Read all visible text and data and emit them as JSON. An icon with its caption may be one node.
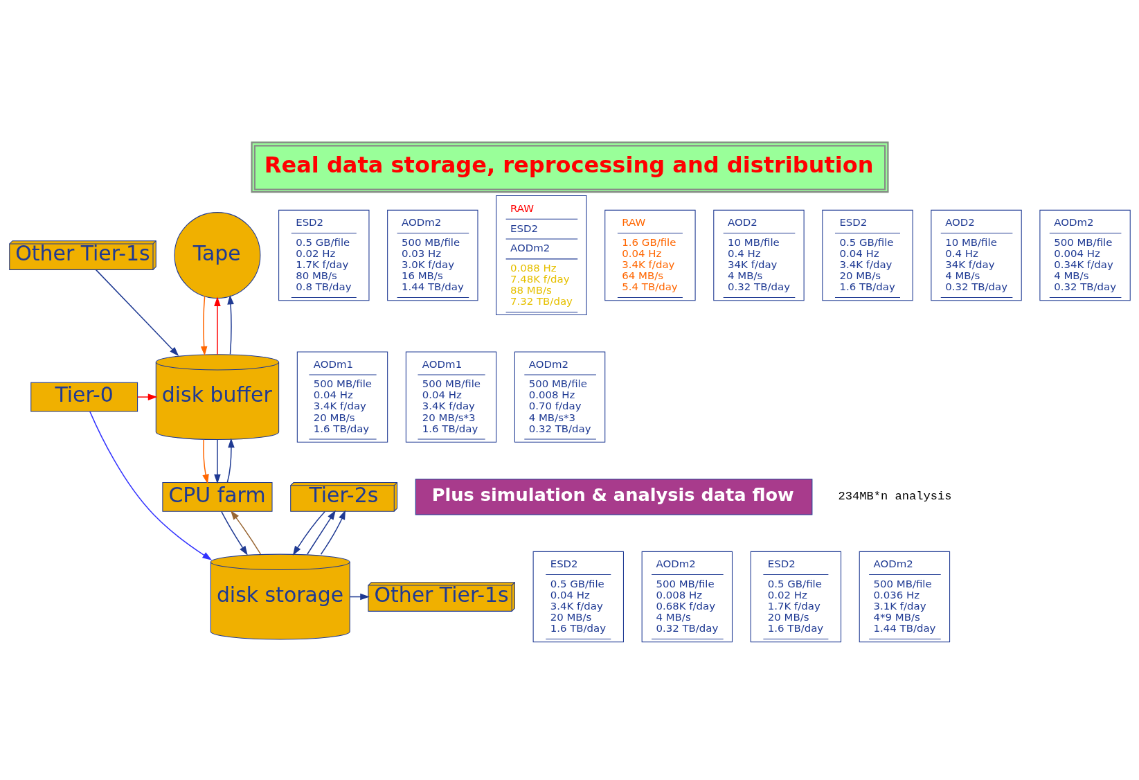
{
  "diagram": {
    "title": "Real data storage, reprocessing and distribution",
    "nodes": [
      {
        "text": [
          "Other Tier-1s"
        ]
      },
      {
        "text": [
          "ESD2",
          "0.5 GB/file 0.02 Hz 1.7K f/day 80 MB/s 0.8 TB/day"
        ]
      },
      {
        "text": [
          "AODm2",
          "500 MB/file 0.03 Hz 3.0K f/day 16 MB/s 1.44 TB/day"
        ]
      },
      {
        "text": [
          "Tape"
        ]
      },
      {
        "text": [
          "RAW",
          "ESD2",
          "AODm2",
          "0.088 Hz 7.48K f/day 88 MB/s 7.32 TB/day"
        ]
      },
      {
        "text": [
          "Tier-0"
        ]
      },
      {
        "text": [
          "disk buffer"
        ]
      },
      {
        "text": [
          "AODm1",
          "500 MB/file 0.04 Hz 3.4K f/day 20 MB/s 1.6 TB/day"
        ]
      },
      {
        "text": [
          "RAW",
          "1.6 GB/file 0.04 Hz 3.4K f/day 64 MB/s 5.4 TB/day"
        ]
      },
      {
        "text": [
          "AOD2",
          "10 MB/file 0.4 Hz 34K f/day 4 MB/s 0.32 TB/day"
        ]
      },
      {
        "text": [
          "ESD2",
          "0.5 GB/file 0.04 Hz 3.4K f/day 20 MB/s 1.6 TB/day"
        ]
      },
      {
        "text": [
          "AOD2",
          "10 MB/file 0.4 Hz 34K f/day 4 MB/s 0.32 TB/day"
        ]
      },
      {
        "text": [
          "AODm2",
          "500 MB/file 0.004 Hz 0.34K f/day 4 MB/s 0.32 TB/day"
        ]
      },
      {
        "text": [
          "AODm1",
          "500 MB/file 0.04 Hz 3.4K f/day 20 MB/s*3 1.6 TB/day"
        ]
      },
      {
        "text": [
          "AODm2",
          "500 MB/file 0.008 Hz 0.70 f/day 4 MB/s*3 0.32 TB/day"
        ]
      },
      {
        "text": [
          "CPU farm"
        ]
      },
      {
        "text": [
          "Plus simulation & analysis data flow"
        ]
      },
      {
        "text": [
          "Tier-2s"
        ]
      },
      {
        "text": [
          "ESD2",
          "0.5 GB/file 0.04 Hz 3.4K f/day 20 MB/s 1.6 TB/day"
        ]
      },
      {
        "text": [
          "AODm2",
          "500 MB/file 0.008 Hz 0.68K f/day 4 MB/s 0.32 TB/day"
        ]
      },
      {
        "text": [
          "disk storage"
        ]
      },
      {
        "text": [
          "ESD2",
          "0.5 GB/file 0.02 Hz 1.7K f/day 20 MB/s 1.6 TB/day"
        ]
      },
      {
        "text": [
          "AODm2",
          "500 MB/file 0.036 Hz 3.1K f/day 4*9 MB/s 1.44 TB/day"
        ]
      },
      {
        "text": [
          "Other Tier-1s"
        ]
      }
    ],
    "edges": [
      {
        "from": 0,
        "to": 6,
        "arrow": "to"
      },
      {
        "from": 5,
        "to": 6,
        "arrow": "to",
        "color": "#ff0000"
      },
      {
        "from": 5,
        "to": 20,
        "arrow": "to",
        "color": "#3333ff"
      },
      {
        "from": 6,
        "to": 3,
        "arrow": "to",
        "color": "#ff0000"
      },
      {
        "from": 3,
        "to": 6,
        "arrow": "to",
        "color": "#ff6600"
      },
      {
        "from": 6,
        "to": 3,
        "arrow": "to"
      },
      {
        "from": 6,
        "to": 15,
        "arrow": "to",
        "color": "#ff6600"
      },
      {
        "from": 6,
        "to": 15,
        "arrow": "to"
      },
      {
        "from": 15,
        "to": 6,
        "arrow": "to"
      },
      {
        "from": 15,
        "to": 20,
        "arrow": "to"
      },
      {
        "from": 20,
        "to": 15,
        "arrow": "to",
        "color": "#996633"
      },
      {
        "from": 20,
        "to": 17,
        "arrow": "to"
      },
      {
        "from": 20,
        "to": 17,
        "arrow": "to"
      },
      {
        "from": 17,
        "to": 20,
        "arrow": "to"
      },
      {
        "from": 20,
        "to": 23,
        "arrow": "to"
      }
    ],
    "labels": [
      "234MB*n analysis"
    ]
  }
}
